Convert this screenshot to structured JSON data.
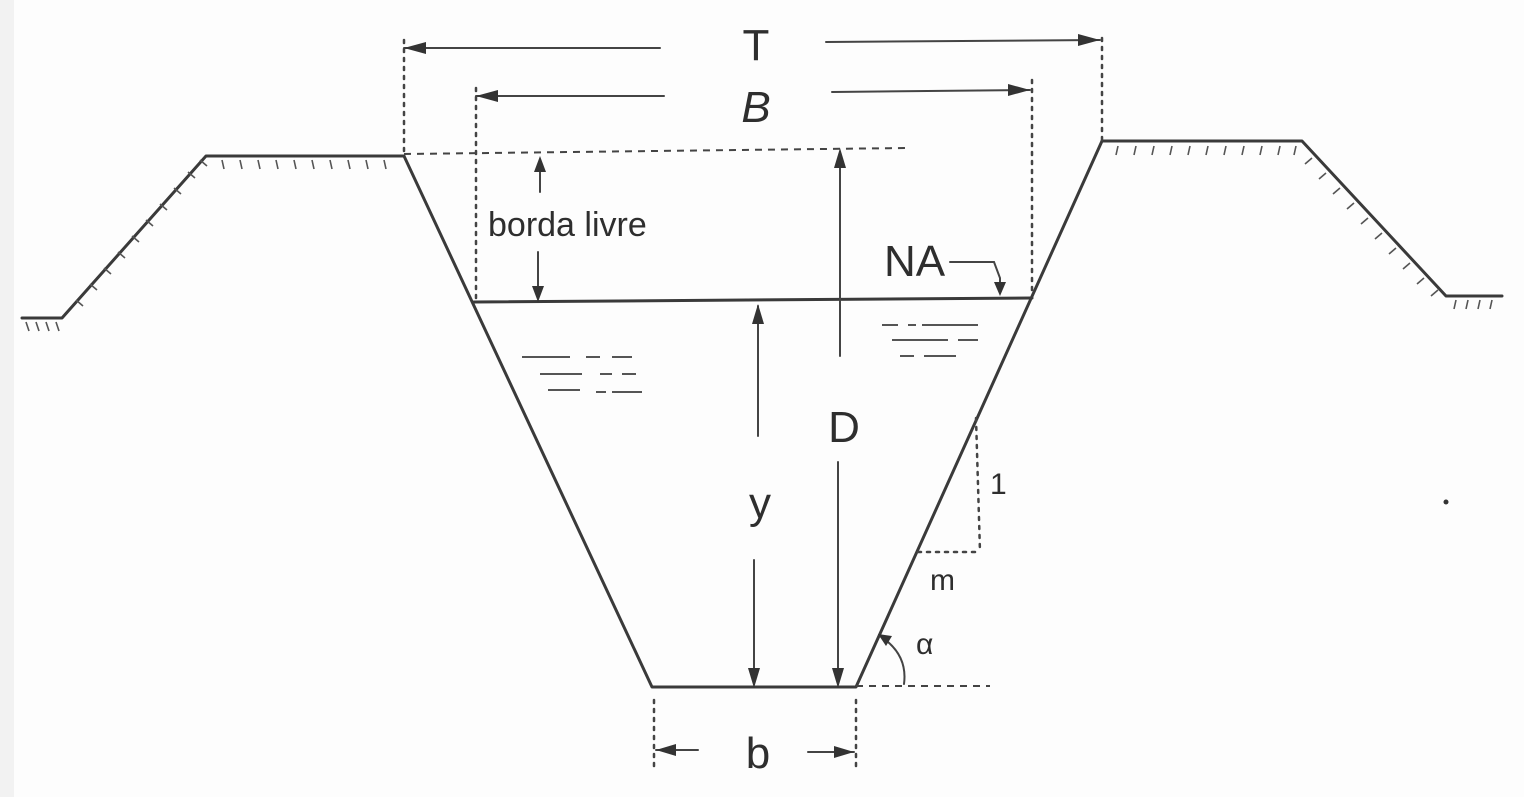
{
  "labels": {
    "T": "T",
    "B": "B",
    "D": "D",
    "y": "y",
    "b": "b",
    "freeboard": "borda livre",
    "water_level": "NA",
    "slope_vertical": "1",
    "slope_horizontal": "m",
    "angle": "α"
  },
  "colors": {
    "line": "#3a3a3a",
    "background": "#fdfdfd"
  }
}
